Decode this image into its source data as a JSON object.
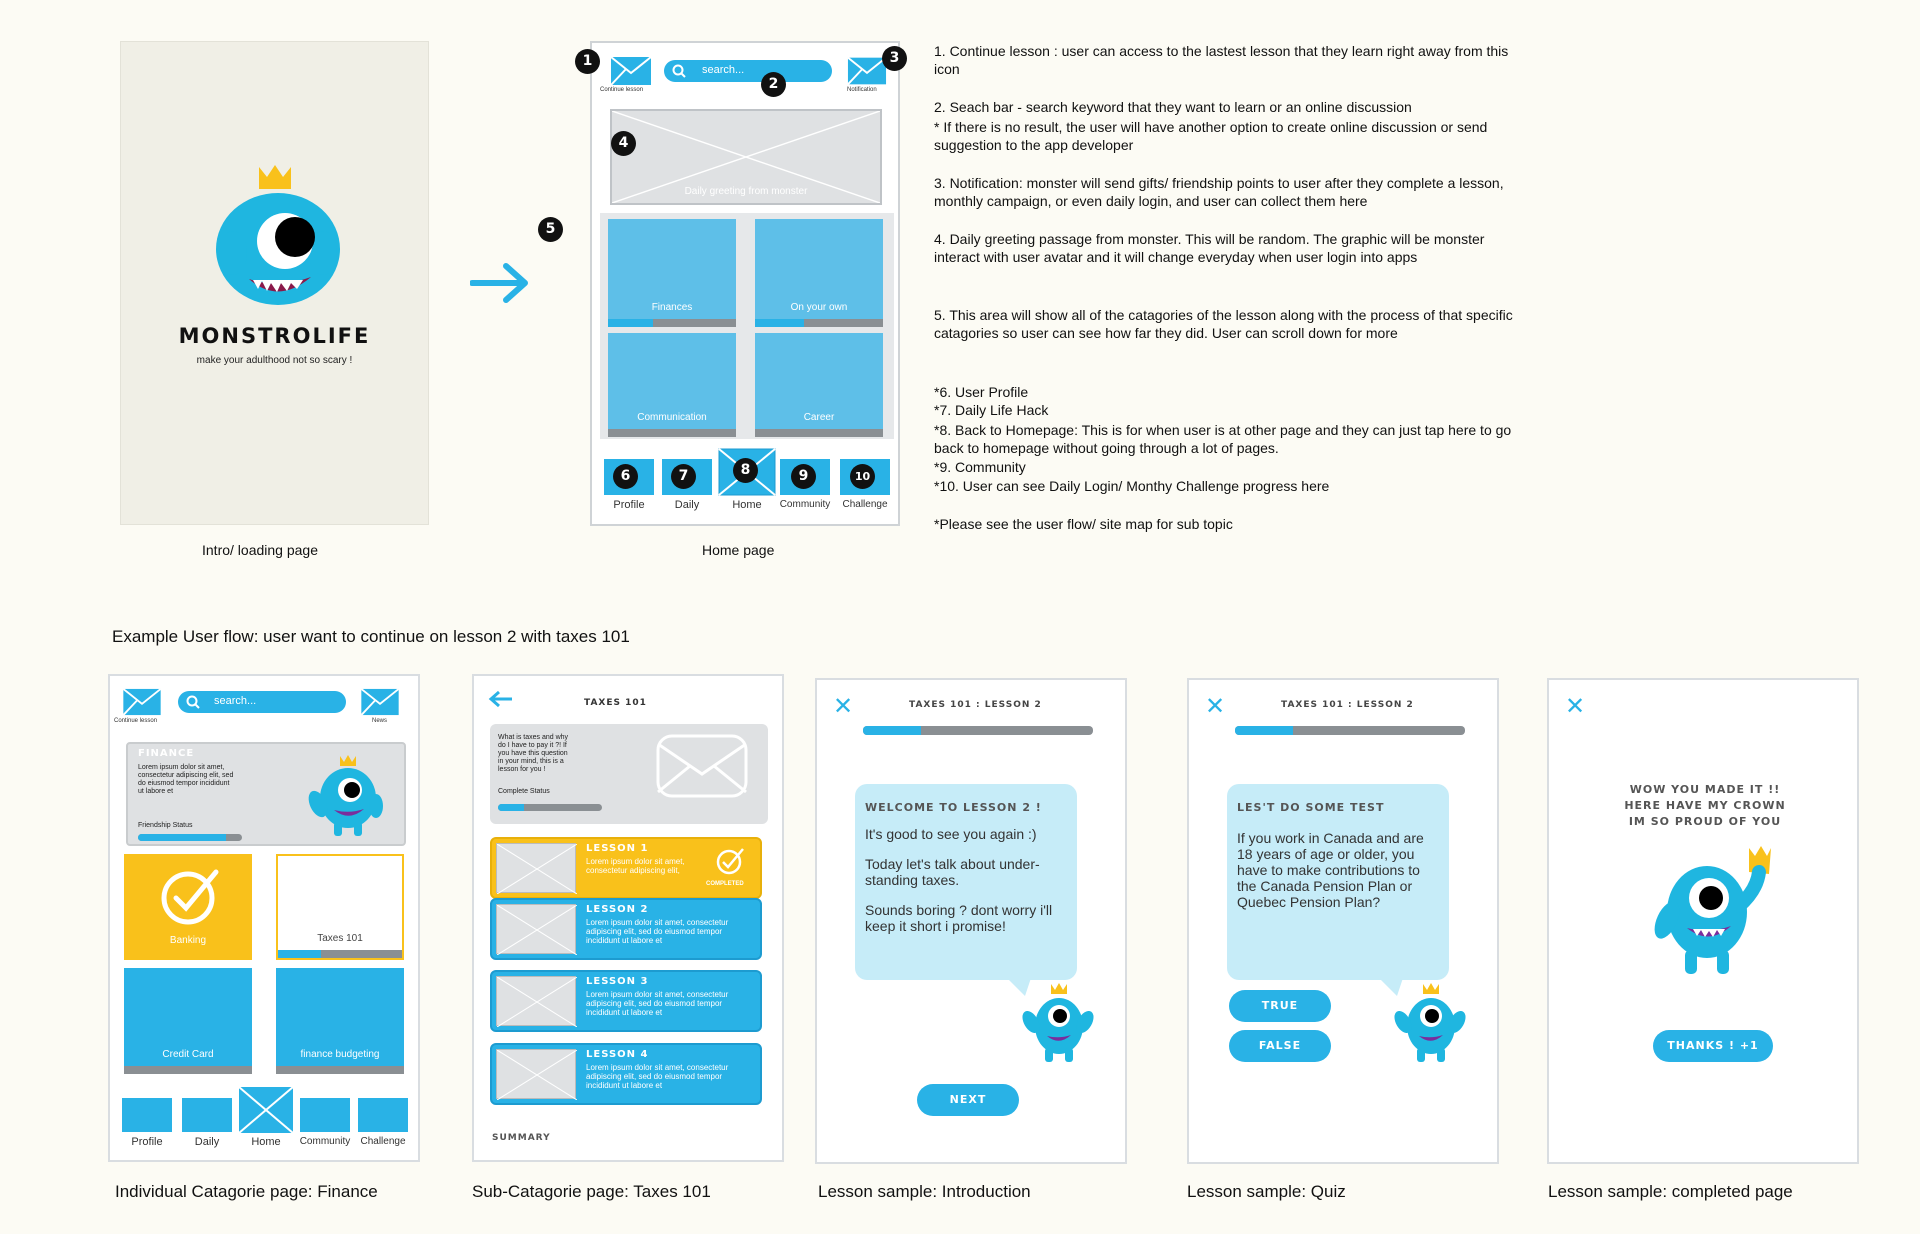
{
  "captions": {
    "intro": "Intro/ loading page",
    "home": "Home page",
    "flow_title": "Example User flow: user want to continue on lesson 2 with taxes 101",
    "finance": "Individual Catagorie page: Finance",
    "taxes": "Sub-Catagorie page: Taxes 101",
    "intro_lesson": "Lesson sample: Introduction",
    "quiz": "Lesson sample: Quiz",
    "completed": "Lesson sample: completed page"
  },
  "intro_page": {
    "brand": "MONSTROLIFE",
    "tagline": "make your adulthood not so scary !"
  },
  "home_page": {
    "continue_label": "Continue lesson",
    "search_placeholder": "search...",
    "notification_label": "Notification",
    "greeting": "Daily greeting from monster",
    "categories": [
      {
        "label": "Finances",
        "progress": 0.35
      },
      {
        "label": "On your own",
        "progress": 0.38
      },
      {
        "label": "Communication",
        "progress": 0
      },
      {
        "label": "Career",
        "progress": 0
      }
    ],
    "nav": [
      "Profile",
      "Daily",
      "Home",
      "Community",
      "Challenge"
    ],
    "markers": [
      "1",
      "2",
      "3",
      "4",
      "5",
      "6",
      "7",
      "8",
      "9",
      "10"
    ]
  },
  "notes": [
    "1. Continue lesson : user can access to the lastest lesson that they learn right away from this icon",
    "2. Seach bar - search keyword that they want to learn or an online discussion",
    "* If there is no result, the user will have another option to create online discussion or send suggestion to the app developer",
    "3. Notification: monster will send gifts/ friendship points to user after they complete a lesson, monthly campaign, or even daily login, and user can collect them here",
    "4. Daily greeting passage from monster. This will be random. The graphic will be monster interact with user avatar and it will change everyday when user login into apps",
    "5. This area will show all of the catagories of the lesson along with the process of that specific catagories so user can see how far they did. User can scroll down for more",
    "*6. User Profile",
    "*7. Daily Life Hack",
    "*8. Back to Homepage: This is for when user is at other page and they can just tap here to go back to homepage without going through a lot of pages.",
    "*9. Community",
    "*10. User can see Daily Login/ Monthy Challenge progress here",
    "*Please see the user flow/ site map for sub topic"
  ],
  "finance_page": {
    "continue_label": "Continue lesson",
    "search_placeholder": "search...",
    "news_label": "News",
    "heading": "FINANCE",
    "body": "Lorem ipsum dolor sit amet, consectetur adipiscing elit, sed do eiusmod tempor incididunt ut labore et",
    "friendship_label": "Friendship Status",
    "friendship_progress": 0.85,
    "tiles": [
      {
        "label": "Banking"
      },
      {
        "label": "Taxes 101",
        "progress": 0.35
      },
      {
        "label": "Credit Card"
      },
      {
        "label": "finance budgeting"
      }
    ],
    "nav": [
      "Profile",
      "Daily",
      "Home",
      "Community",
      "Challenge"
    ]
  },
  "taxes_page": {
    "title": "TAXES 101",
    "intro": "What is taxes and why do I have to pay it ?! If you have this question in your mind, this is a lesson for you !",
    "status_label": "Complete Status",
    "status_progress": 0.25,
    "completed_label": "COMPLETED",
    "lessons": [
      {
        "title": "LESSON 1",
        "text": "Lorem ipsum dolor sit amet, consectetur adipiscing elit,"
      },
      {
        "title": "LESSON 2",
        "text": "Lorem ipsum dolor sit amet, consectetur adipiscing elit, sed do eiusmod tempor incididunt ut labore et"
      },
      {
        "title": "LESSON 3",
        "text": "Lorem ipsum dolor sit amet, consectetur adipiscing elit, sed do eiusmod tempor incididunt ut labore et"
      },
      {
        "title": "LESSON 4",
        "text": "Lorem ipsum dolor sit amet, consectetur adipiscing elit, sed do eiusmod tempor incididunt ut labore et"
      }
    ],
    "summary": "SUMMARY"
  },
  "intro_lesson": {
    "title": "TAXES 101 : LESSON 2",
    "progress": 0.25,
    "heading": "WELCOME TO LESSON 2 !",
    "line1": "It's good to see you again :)",
    "line2": "Today let's talk about under-standing taxes.",
    "line3": "Sounds boring ? dont worry i'll keep it short i promise!",
    "next": "NEXT"
  },
  "quiz_page": {
    "title": "TAXES 101 : LESSON 2",
    "progress": 0.25,
    "heading": "LES'T DO SOME TEST",
    "question": "If you work in Canada and are 18 years of age or older, you have to make contributions to the Canada Pension Plan or Quebec Pension Plan?",
    "true_label": "TRUE",
    "false_label": "FALSE"
  },
  "completed_page": {
    "message": "WOW YOU MADE IT !! HERE HAVE MY CROWN IM SO PROUD OF YOU",
    "button": "THANKS ! +1"
  },
  "colors": {
    "accent": "#29b2e6",
    "yellow": "#f9c11b",
    "background": "#fcfbf4",
    "monster": "#1fb6e0"
  }
}
